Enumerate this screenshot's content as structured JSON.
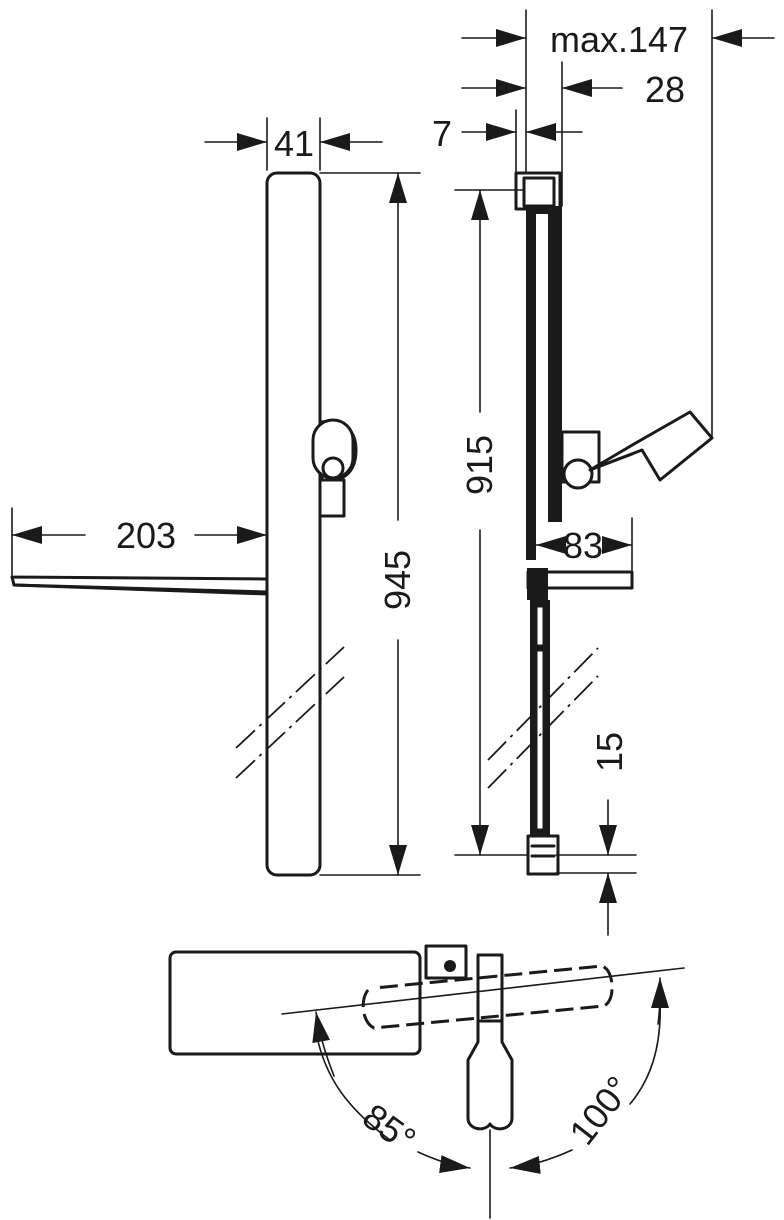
{
  "dimensions": {
    "overall_height": "945",
    "rail_height": "915",
    "rail_width": "41",
    "shelf_length": "203",
    "max_depth": "max.147",
    "holder_offset": "28",
    "wall_gap": "7",
    "shelf_depth": "83",
    "bottom_offset": "15"
  },
  "angles": {
    "left": "85°",
    "right": "100°"
  }
}
